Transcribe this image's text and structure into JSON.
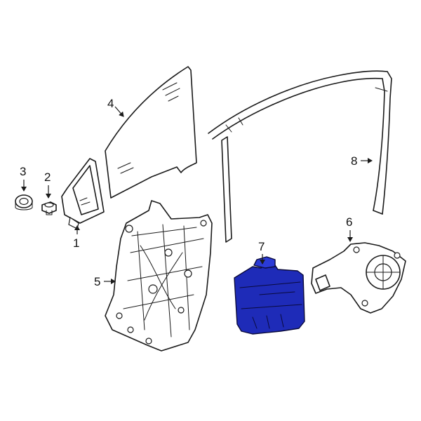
{
  "callouts": {
    "c1": {
      "label": "1"
    },
    "c2": {
      "label": "2"
    },
    "c3": {
      "label": "3"
    },
    "c4": {
      "label": "4"
    },
    "c5": {
      "label": "5"
    },
    "c6": {
      "label": "6"
    },
    "c7": {
      "label": "7"
    },
    "c8": {
      "label": "8"
    }
  },
  "colors": {
    "highlight": "#1e2bb8",
    "line": "#1a1a1a",
    "background": "#ffffff"
  }
}
